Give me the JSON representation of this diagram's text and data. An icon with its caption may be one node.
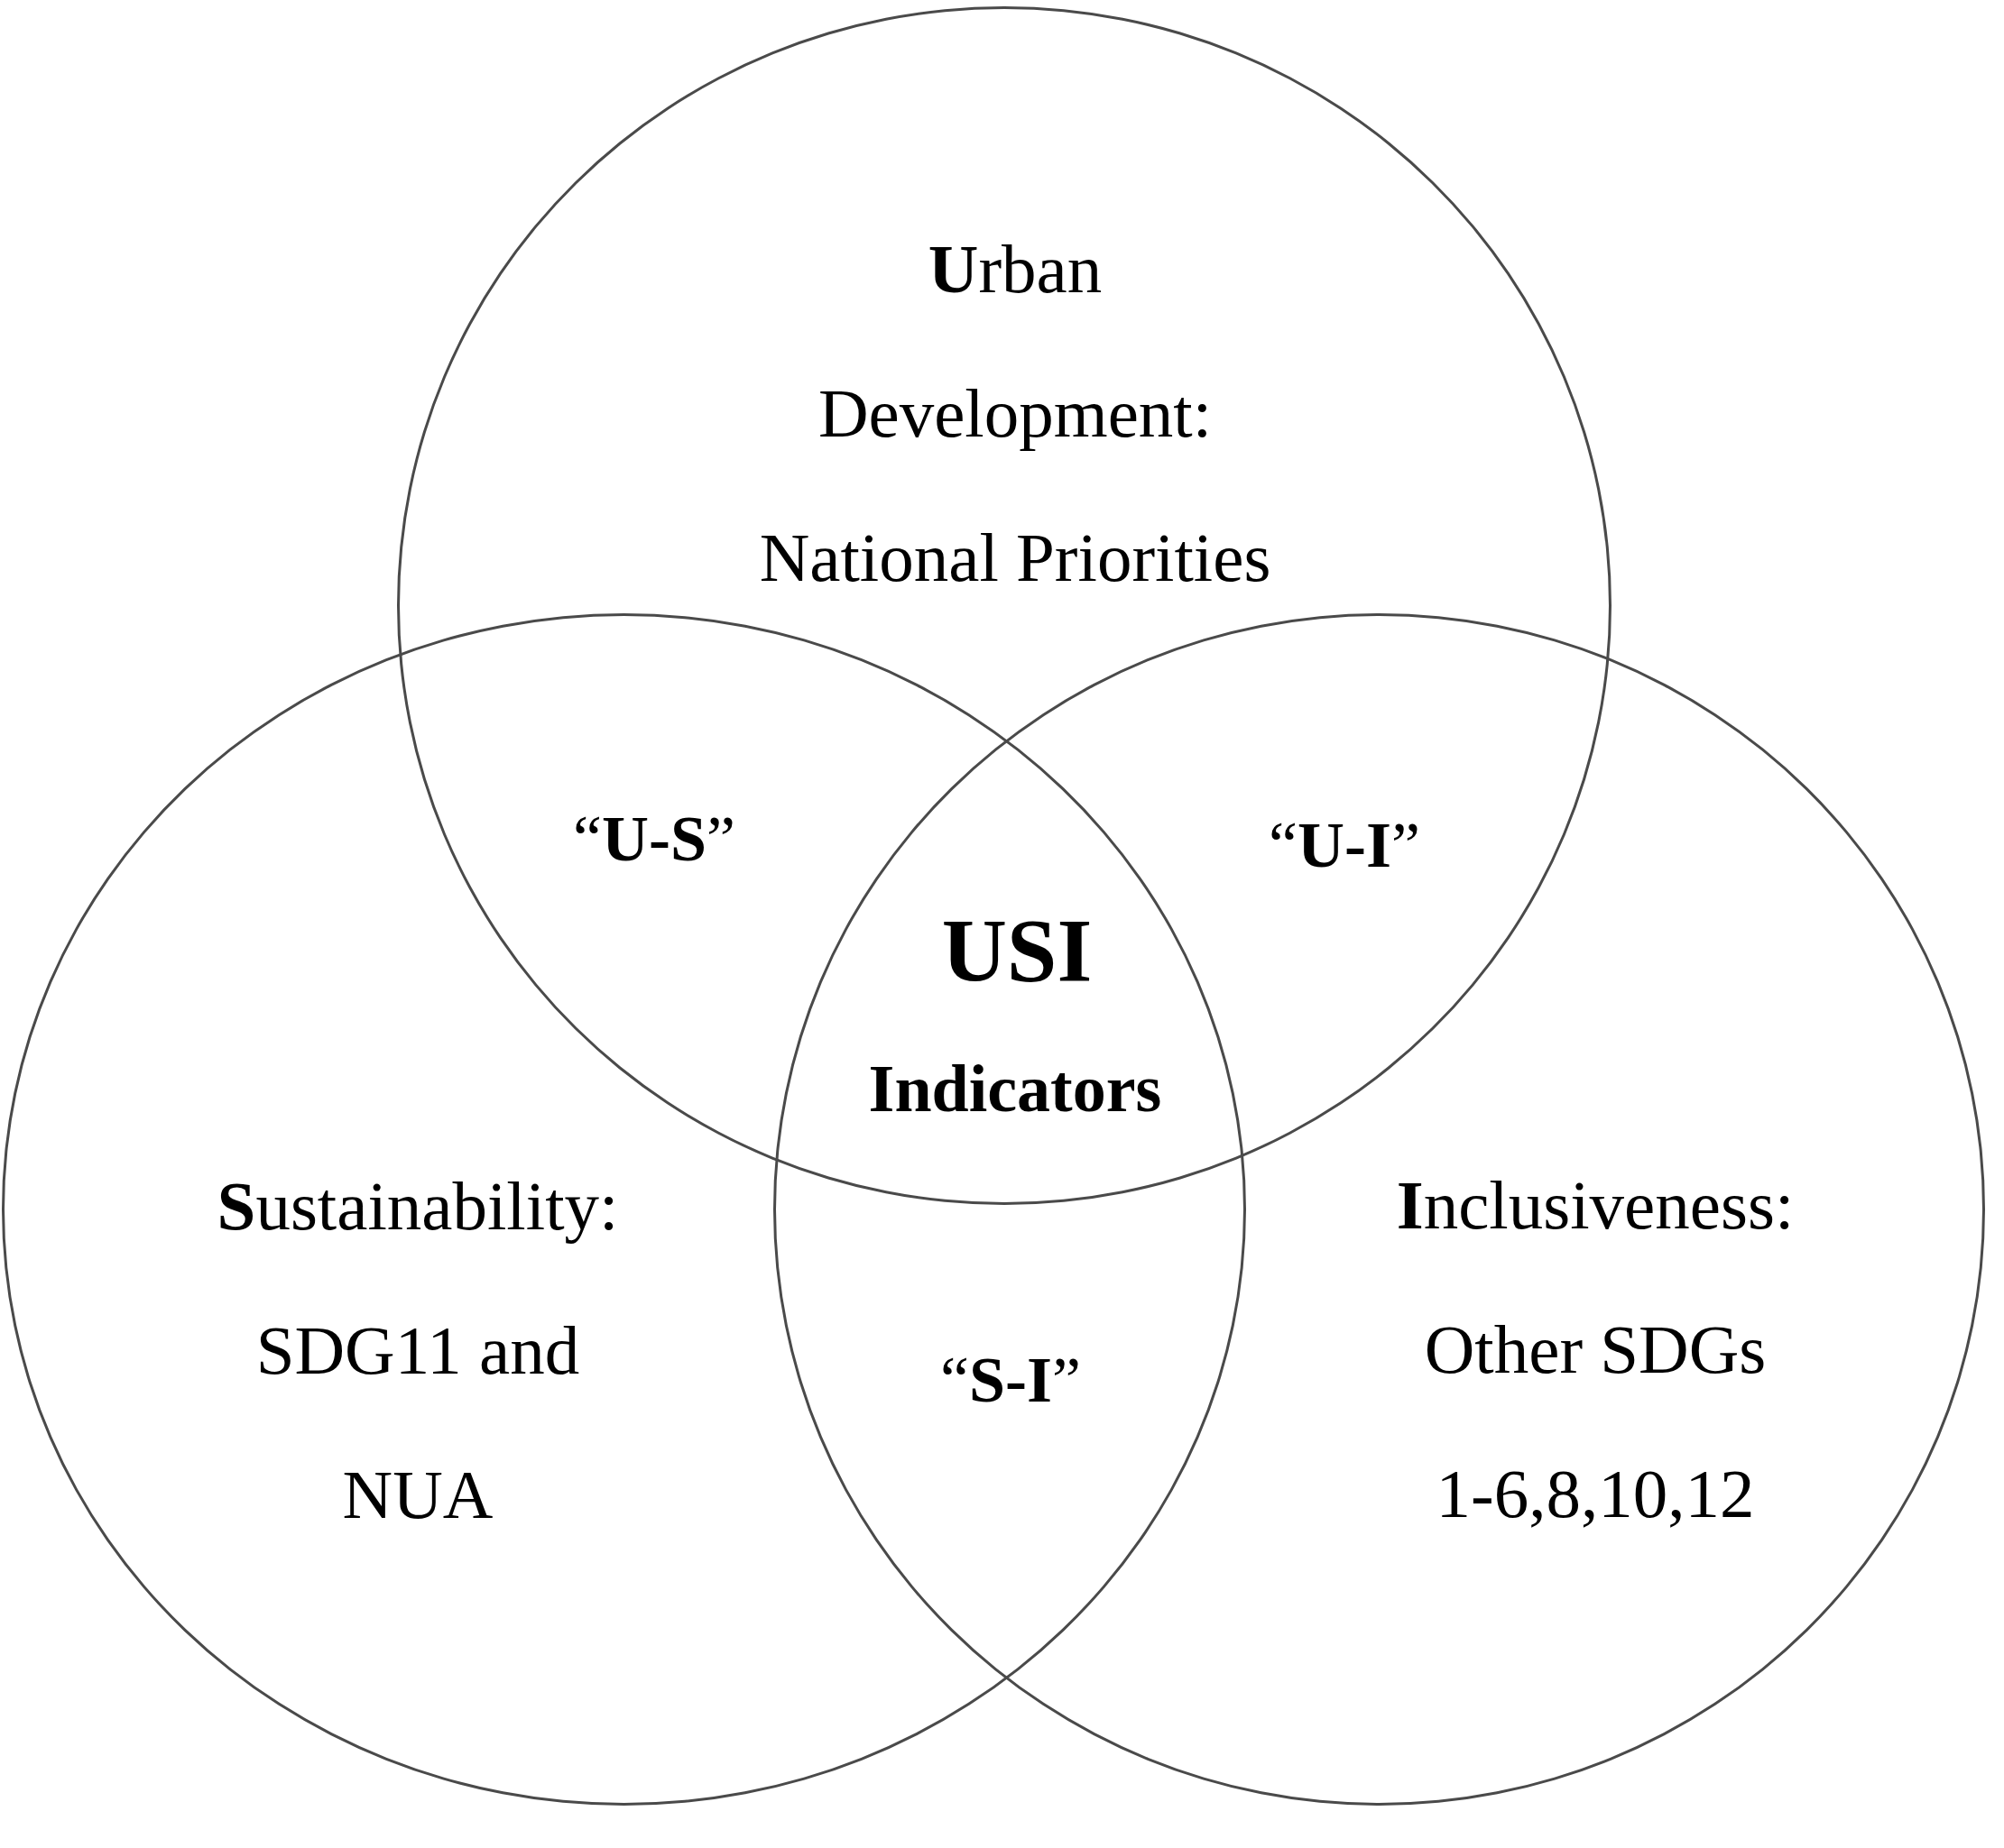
{
  "diagram": {
    "nodes": [
      {
        "text": [
          "**U**rban Development:",
          "National Priorities"
        ]
      },
      {
        "text": [
          "**S**ustainability:",
          "SDG11 and NUA"
        ]
      },
      {
        "text": [
          "**I**nclusiveness:",
          "Other SDGs 1-6,8,10,12"
        ]
      }
    ],
    "labels": [
      "“**U-S**”",
      "“**U-I**”",
      "USI",
      "Indicators",
      "“**S-I**”"
    ]
  }
}
